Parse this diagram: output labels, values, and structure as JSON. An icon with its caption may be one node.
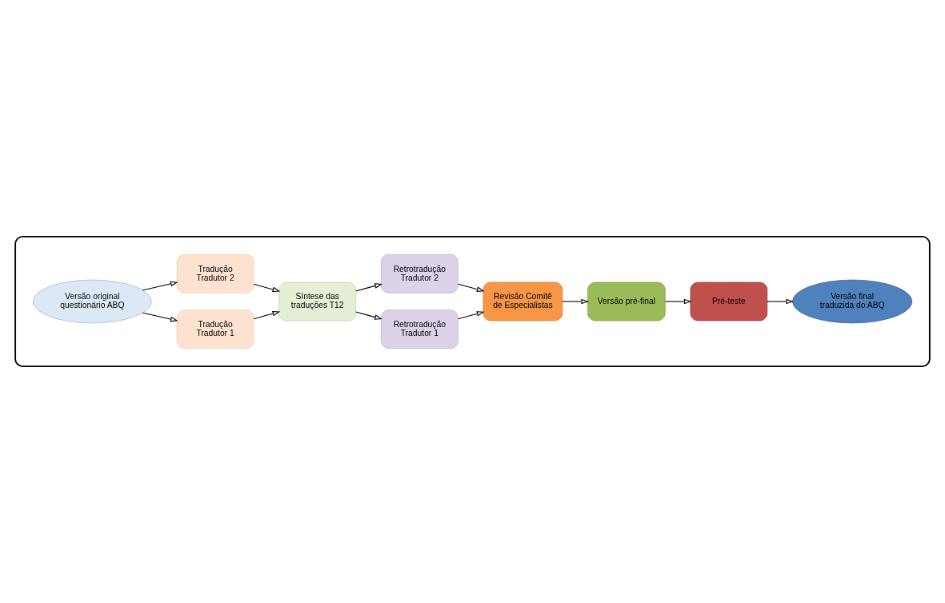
{
  "diagram": {
    "nodes": [
      {
        "text": [],
        "shape": "box"
      },
      {
        "text": [
          "Versão original questionário ABQ"
        ],
        "in": 0
      },
      {
        "text": [
          "Tradução Tradutor 1"
        ],
        "in": 0
      },
      {
        "text": [
          "Tradução Tradutor 2"
        ],
        "in": 0
      },
      {
        "text": [
          "Síntese das traduções T12"
        ],
        "in": 0
      },
      {
        "text": [
          "Retrotradução Tradutor 1"
        ],
        "in": 0
      },
      {
        "text": [
          "Retrotradução Tradutor 2"
        ],
        "in": 0
      },
      {
        "text": [
          "Versão final traduzida do ABQ"
        ],
        "in": 0
      },
      {
        "text": [
          "Revisão Comitê de Especialistas"
        ],
        "in": 0
      },
      {
        "text": [
          "Versão pré-final"
        ],
        "in": 0
      },
      {
        "text": [
          "Pré-teste"
        ],
        "in": 0
      }
    ],
    "edges": [
      {
        "from": 1,
        "to": 2,
        "arrow": "to"
      },
      {
        "from": 1,
        "to": 3,
        "arrow": "to"
      },
      {
        "from": 2,
        "to": 4,
        "arrow": "to"
      },
      {
        "from": 3,
        "to": 4,
        "arrow": "to"
      },
      {
        "from": 4,
        "to": 5,
        "arrow": "to"
      },
      {
        "from": 4,
        "to": 6,
        "arrow": "to"
      },
      {
        "from": 5,
        "to": 8,
        "arrow": "to"
      },
      {
        "from": 6,
        "to": 8,
        "arrow": "to"
      },
      {
        "from": 8,
        "to": 9,
        "arrow": "to"
      },
      {
        "from": 9,
        "to": 10,
        "arrow": "to"
      },
      {
        "from": 10,
        "to": 7,
        "arrow": "to"
      }
    ]
  }
}
